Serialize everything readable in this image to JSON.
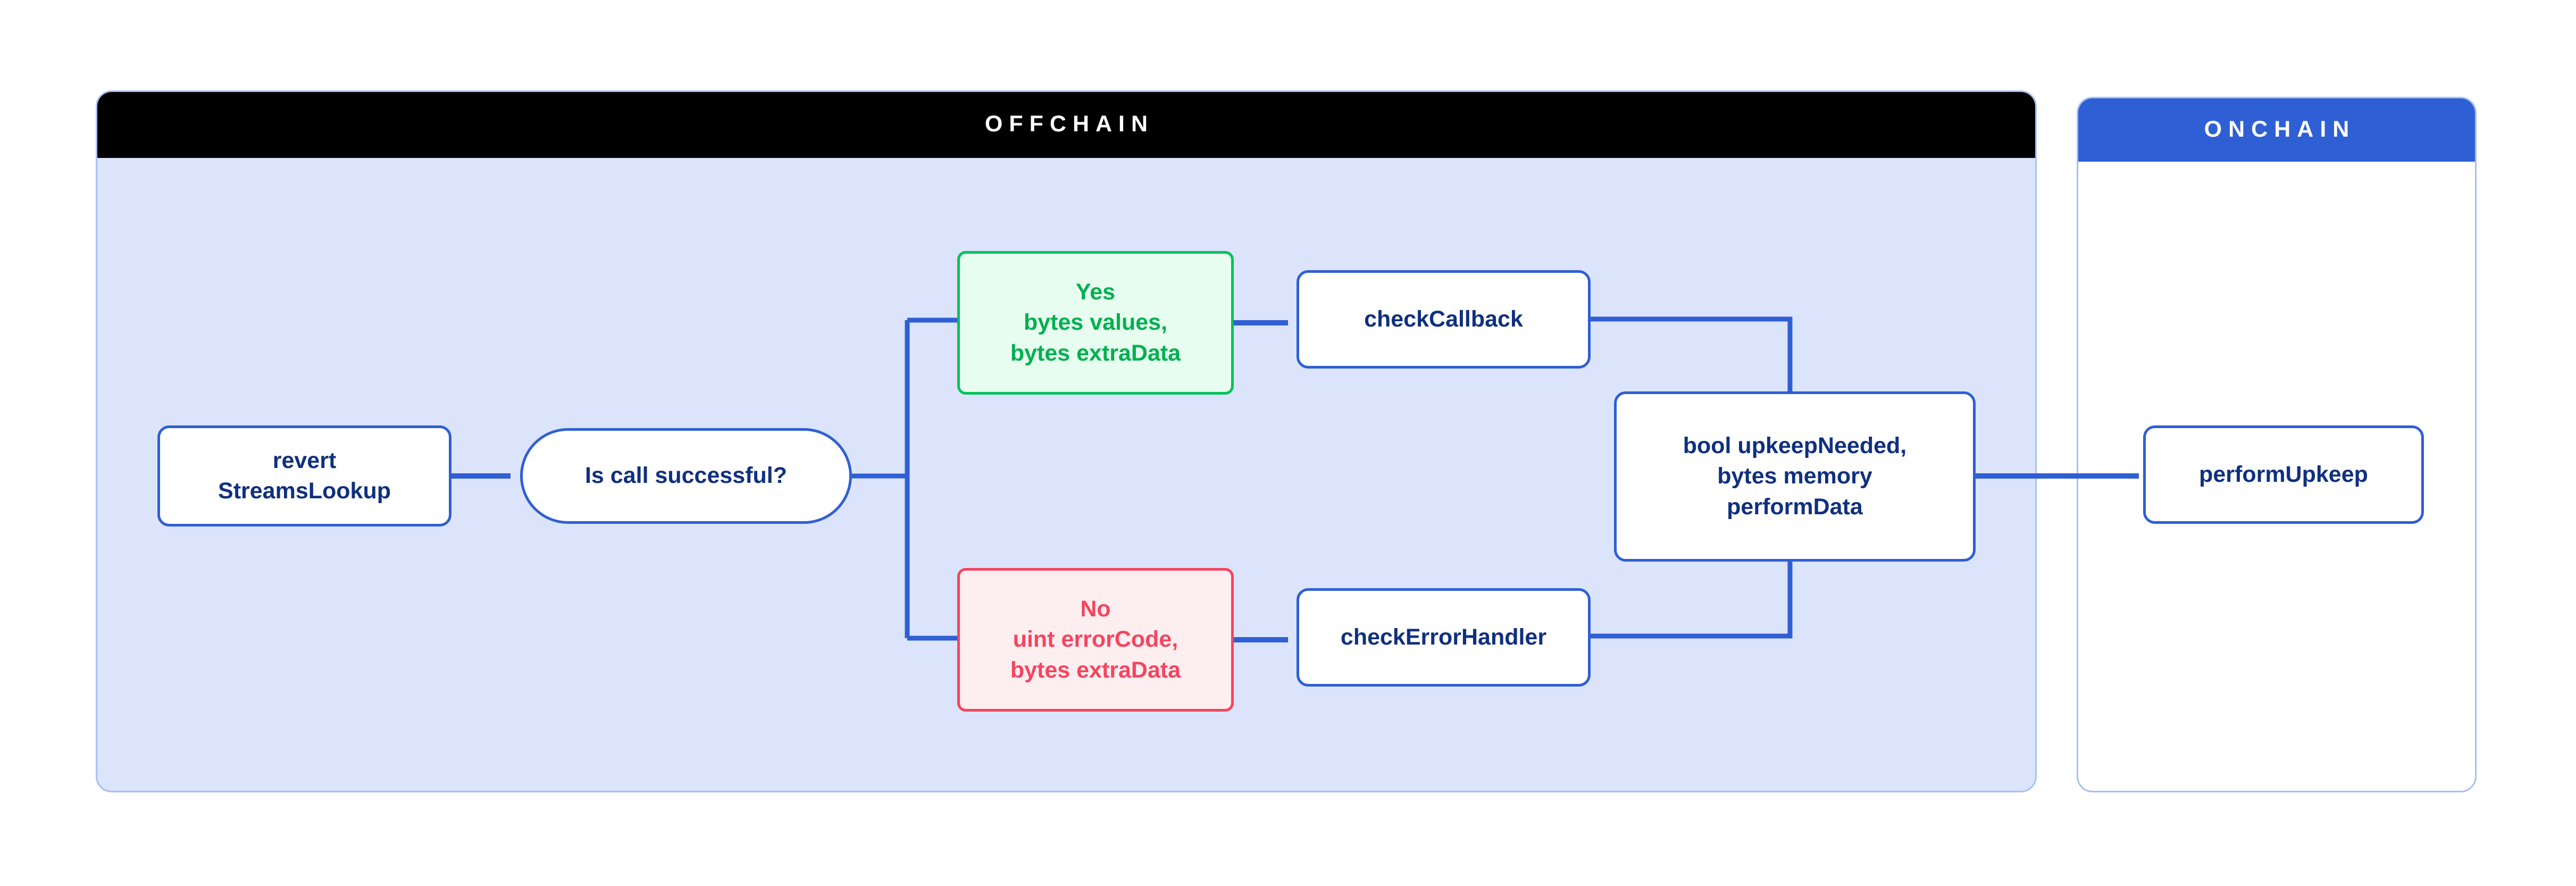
{
  "panels": {
    "offchain": {
      "title": "OFFCHAIN"
    },
    "onchain": {
      "title": "ONCHAIN"
    }
  },
  "colors": {
    "offchain_header_bg": "#000000",
    "onchain_header_bg": "#2f5fd4",
    "offchain_panel_bg": "#dbe4fa",
    "panel_border": "#a8c0f2",
    "node_border_blue": "#2f5fd4",
    "node_text_navy": "#10307e",
    "success_green": "#02c25a",
    "success_green_bg": "#e6fdf0",
    "error_red": "#f4455f",
    "error_red_bg": "#fdeef0",
    "connector_blue": "#2f5fd4"
  },
  "nodes": {
    "revert": {
      "label": "revert\nStreamsLookup"
    },
    "decision": {
      "label": "Is call successful?"
    },
    "yes_branch": {
      "label": "Yes\nbytes values,\nbytes extraData"
    },
    "no_branch": {
      "label": "No\nuint errorCode,\nbytes extraData"
    },
    "check_callback": {
      "label": "checkCallback"
    },
    "check_error": {
      "label": "checkErrorHandler"
    },
    "bool_upkeep": {
      "label": "bool upkeepNeeded,\nbytes memory\nperformData"
    },
    "perform_upkeep": {
      "label": "performUpkeep"
    }
  },
  "chart_data": {
    "type": "diagram",
    "title": "Chainlink Automation StreamsLookup offchain/onchain flow",
    "layout": "left-to-right flowchart with one decision branch",
    "containers": [
      {
        "id": "offchain",
        "label": "OFFCHAIN",
        "contains": [
          "revert",
          "decision",
          "yes_branch",
          "no_branch",
          "check_callback",
          "check_error",
          "bool_upkeep"
        ]
      },
      {
        "id": "onchain",
        "label": "ONCHAIN",
        "contains": [
          "perform_upkeep"
        ]
      }
    ],
    "edges": [
      {
        "from": "revert",
        "to": "decision",
        "arrow": true,
        "label": ""
      },
      {
        "from": "decision",
        "to": "yes_branch",
        "arrow": false,
        "label": ""
      },
      {
        "from": "decision",
        "to": "no_branch",
        "arrow": false,
        "label": ""
      },
      {
        "from": "yes_branch",
        "to": "check_callback",
        "arrow": true,
        "label": ""
      },
      {
        "from": "no_branch",
        "to": "check_error",
        "arrow": true,
        "label": ""
      },
      {
        "from": "check_callback",
        "to": "bool_upkeep",
        "arrow": false,
        "label": ""
      },
      {
        "from": "check_error",
        "to": "bool_upkeep",
        "arrow": false,
        "label": ""
      },
      {
        "from": "bool_upkeep",
        "to": "perform_upkeep",
        "arrow": true,
        "label": ""
      }
    ]
  }
}
